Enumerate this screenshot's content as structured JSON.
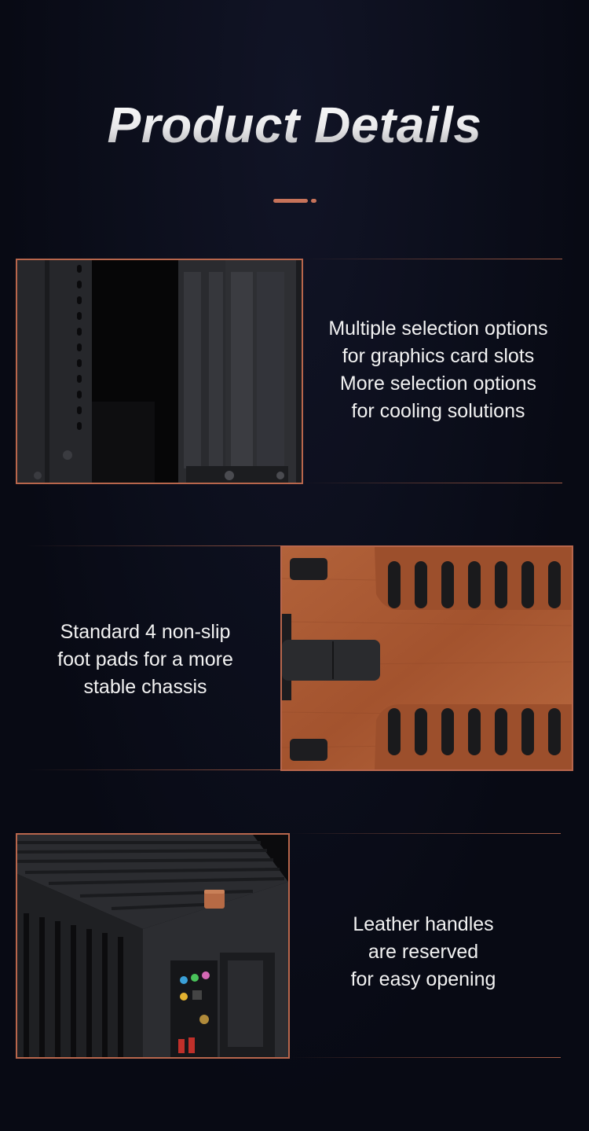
{
  "title": "Product Details",
  "accent_color": "#c7735a",
  "sections": [
    {
      "image": "graphics-card-bay-photo",
      "caption_lines": [
        "Multiple selection options",
        "for graphics card slots",
        "More selection options",
        "for cooling solutions"
      ]
    },
    {
      "image": "chassis-bottom-foot-pads-photo",
      "caption_lines": [
        "Standard 4 non-slip",
        "foot pads for a more",
        "stable chassis"
      ]
    },
    {
      "image": "leather-handle-chassis-photo",
      "caption_lines": [
        "Leather handles",
        "are reserved",
        "for easy opening"
      ]
    }
  ]
}
